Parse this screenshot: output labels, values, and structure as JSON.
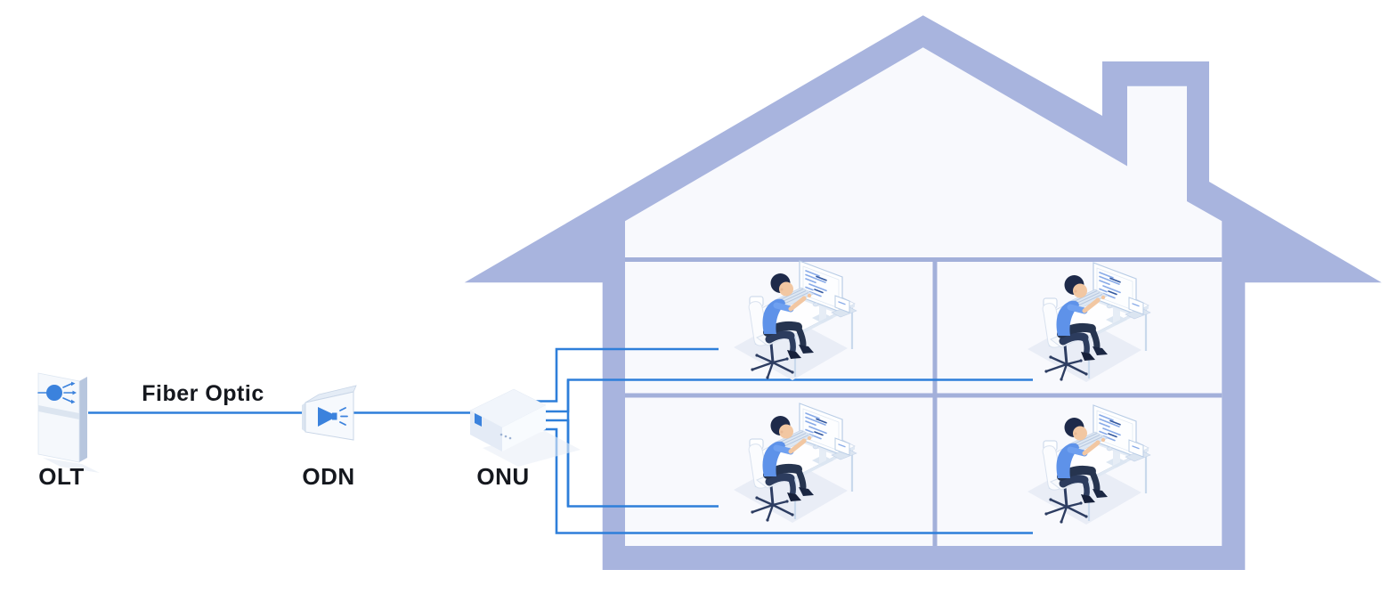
{
  "diagram": {
    "type": "network-topology",
    "link": {
      "label": "Fiber Optic"
    },
    "nodes": [
      {
        "id": "olt",
        "label": "OLT",
        "icon": "optical-line-terminal-icon"
      },
      {
        "id": "odn",
        "label": "ODN",
        "icon": "optical-splitter-icon"
      },
      {
        "id": "onu",
        "label": "ONU",
        "icon": "onu-router-icon"
      }
    ],
    "connections": [
      {
        "from": "olt",
        "to": "odn",
        "label": "Fiber Optic"
      },
      {
        "from": "odn",
        "to": "onu"
      },
      {
        "from": "onu",
        "to": "room-1"
      },
      {
        "from": "onu",
        "to": "room-2"
      },
      {
        "from": "onu",
        "to": "room-3"
      },
      {
        "from": "onu",
        "to": "room-4"
      }
    ],
    "house": {
      "floors": 2,
      "rooms_per_floor": 2,
      "workstations": 4,
      "occupant": "person-at-computer-desk"
    }
  },
  "colors": {
    "house_band": "#a8b4de",
    "room_divider": "#a3b0da",
    "room_fill": "#f8f9fd",
    "fiber_line": "#2e7fda",
    "device_accent": "#3b82dd",
    "label_text": "#15181e"
  }
}
